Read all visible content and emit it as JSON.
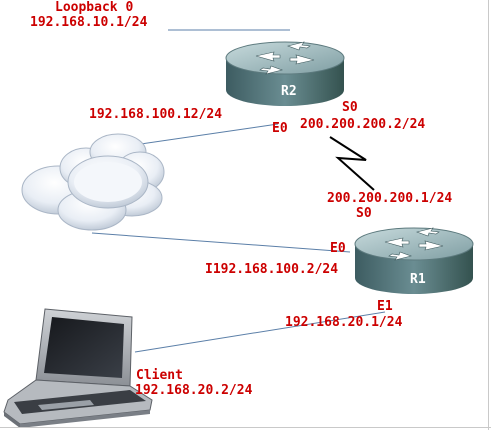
{
  "colors": {
    "label": "#cc0000",
    "link": "#5b7fa8",
    "serial": "#000000",
    "router_top": "#9fb9bd",
    "router_body": "#4f6f74"
  },
  "labels": {
    "loopback_name": "Loopback 0",
    "loopback_ip": "192.168.10.1/24",
    "r2_e0_ip": "192.168.100.12/24",
    "r2_e0_iface": "E0",
    "r2_s0_iface": "S0",
    "r2_s0_ip": "200.200.200.2/24",
    "r1_s0_ip": "200.200.200.1/24",
    "r1_s0_iface": "S0",
    "r1_e0_iface": "E0",
    "r1_e0_ip": "192.168.100.2/24",
    "r1_e1_iface": "E1",
    "r1_e1_ip": "192.168.20.1/24",
    "client_name": "Client",
    "client_ip": "192.168.20.2/24",
    "r1_e0_prefix": "I"
  },
  "devices": {
    "r2_name": "R2",
    "r1_name": "R1"
  },
  "icons": [
    "router-icon",
    "cloud-icon",
    "laptop-icon"
  ]
}
